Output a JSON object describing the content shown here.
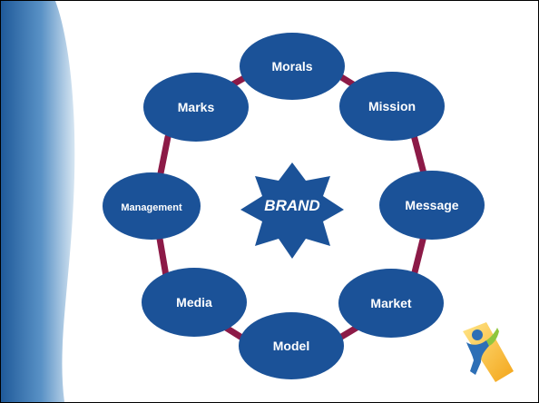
{
  "center": {
    "label": "BRAND"
  },
  "nodes": [
    {
      "id": "morals",
      "label": "Morals"
    },
    {
      "id": "mission",
      "label": "Mission"
    },
    {
      "id": "message",
      "label": "Message"
    },
    {
      "id": "market",
      "label": "Market"
    },
    {
      "id": "model",
      "label": "Model"
    },
    {
      "id": "media",
      "label": "Media"
    },
    {
      "id": "management",
      "label": "Management"
    },
    {
      "id": "marks",
      "label": "Marks"
    }
  ],
  "colors": {
    "node_fill": "#1b5298",
    "connector": "#8c1a47",
    "band_dark": "#1f5a9a",
    "band_light": "#d7e6f2",
    "logo_yellow": "#f7b500",
    "logo_blue": "#2d6fb6",
    "logo_green": "#8ec63f"
  },
  "icons": {
    "logo": "star-figure-logo-icon"
  }
}
